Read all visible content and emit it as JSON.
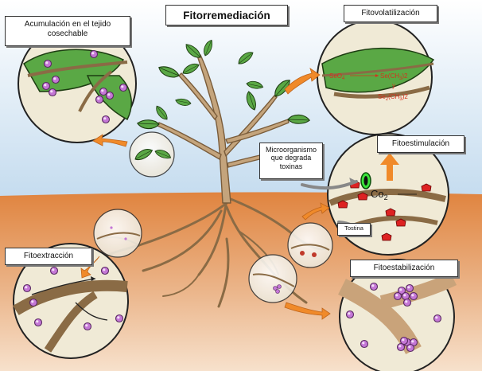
{
  "title": "Fitorremediación",
  "processes": {
    "accumulation": "Acumulación en el tejido cosechable",
    "phytovolatilization": "Fitovolatilización",
    "phytostimulation": "Fitoestimulación",
    "phytoextraction": "Fitoextracción",
    "phytostabilization": "Fitoestabilización",
    "microorganism": "Microorganismo que degrada toxinas"
  },
  "chem": {
    "seo4": "SeO",
    "seo4_sub": "4",
    "se_ch3_2": "Se(CH",
    "se_ch3_2_sub": "3",
    "se_ch3_2_end": ")2",
    "y": "y",
    "se2": "Se",
    "se2_sub": "2",
    "se2_ch3": "(CH",
    "se2_ch3_end": ")2",
    "co2": "Co",
    "co2_sub": "2",
    "toxins": "Tostina"
  },
  "colors": {
    "sky_top": "#ffffff",
    "sky_bottom": "#c9dff0",
    "soil_top": "#e28a4d",
    "soil_bottom": "#f3d2b4",
    "leaf": "#58a640",
    "stem": "#b5956e",
    "accent_arrow": "#f08a2a",
    "particle": "#c77ad8"
  }
}
